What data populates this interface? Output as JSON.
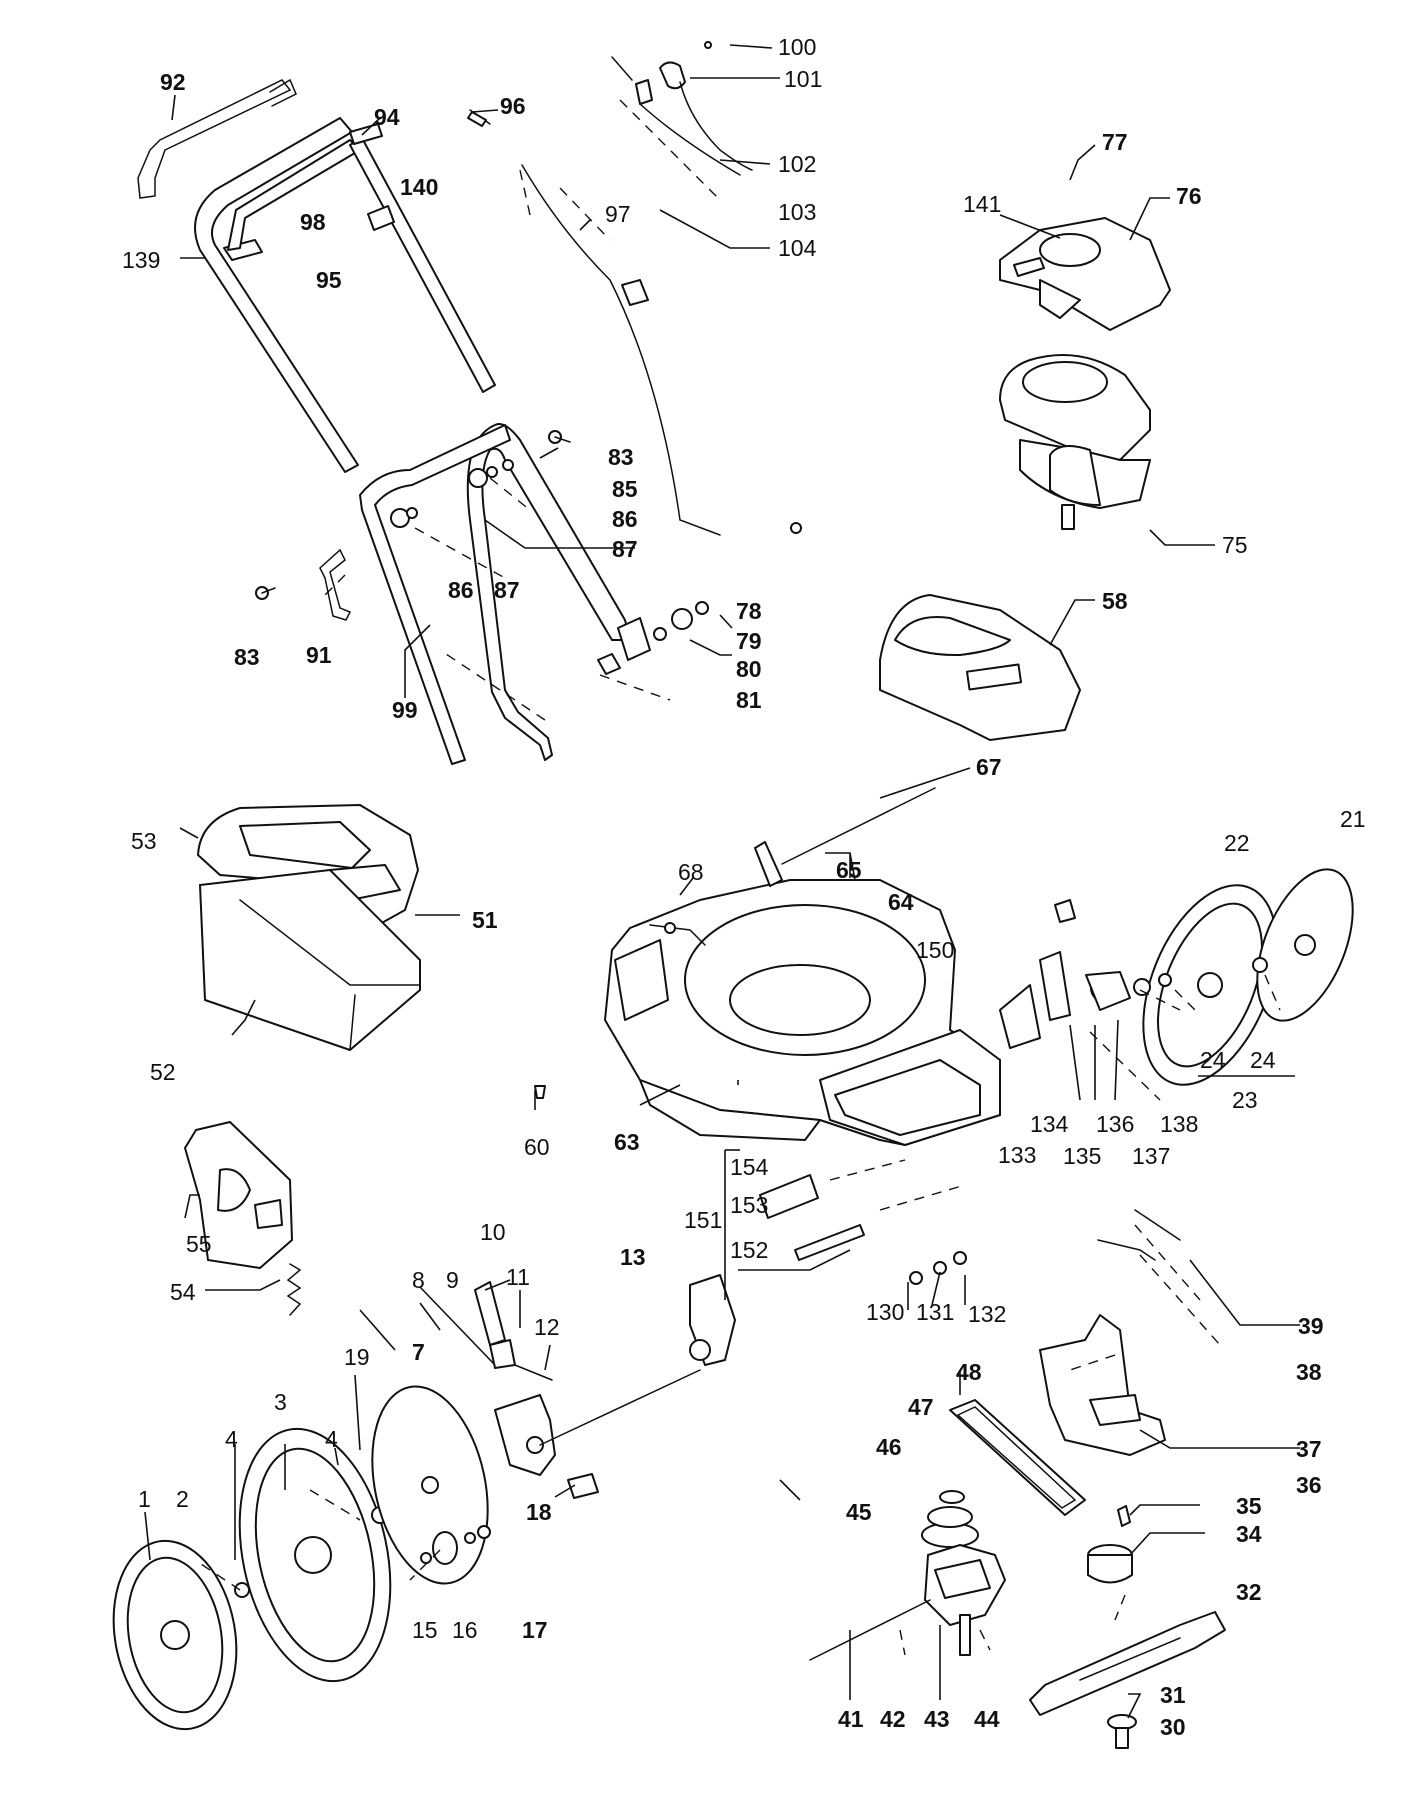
{
  "labels": {
    "p1": "1",
    "p2": "2",
    "p3": "3",
    "p4a": "4",
    "p4b": "4",
    "p7": "7",
    "p8": "8",
    "p9": "9",
    "p10": "10",
    "p11": "11",
    "p12": "12",
    "p13": "13",
    "p15": "15",
    "p16": "16",
    "p17": "17",
    "p18": "18",
    "p19": "19",
    "p21": "21",
    "p22": "22",
    "p23": "23",
    "p24a": "24",
    "p24b": "24",
    "p30": "30",
    "p31": "31",
    "p32": "32",
    "p34": "34",
    "p35": "35",
    "p36": "36",
    "p37": "37",
    "p38": "38",
    "p39": "39",
    "p41": "41",
    "p42": "42",
    "p43": "43",
    "p44": "44",
    "p45": "45",
    "p46": "46",
    "p47": "47",
    "p48": "48",
    "p51": "51",
    "p52": "52",
    "p53": "53",
    "p54": "54",
    "p55": "55",
    "p58": "58",
    "p60": "60",
    "p63": "63",
    "p64": "64",
    "p65": "65",
    "p67": "67",
    "p68": "68",
    "p75": "75",
    "p76": "76",
    "p77": "77",
    "p78": "78",
    "p79": "79",
    "p80": "80",
    "p81": "81",
    "p83a": "83",
    "p83b": "83",
    "p85": "85",
    "p86a": "86",
    "p86b": "86",
    "p87a": "87",
    "p87b": "87",
    "p91": "91",
    "p92": "92",
    "p94": "94",
    "p95": "95",
    "p96": "96",
    "p97": "97",
    "p98": "98",
    "p99": "99",
    "p100": "100",
    "p101": "101",
    "p102": "102",
    "p103": "103",
    "p104": "104",
    "p130": "130",
    "p131": "131",
    "p132": "132",
    "p133": "133",
    "p134": "134",
    "p135": "135",
    "p136": "136",
    "p137": "137",
    "p138": "138",
    "p139": "139",
    "p140": "140",
    "p141": "141",
    "p150": "150",
    "p151": "151",
    "p152": "152",
    "p153": "153",
    "p154": "154"
  }
}
